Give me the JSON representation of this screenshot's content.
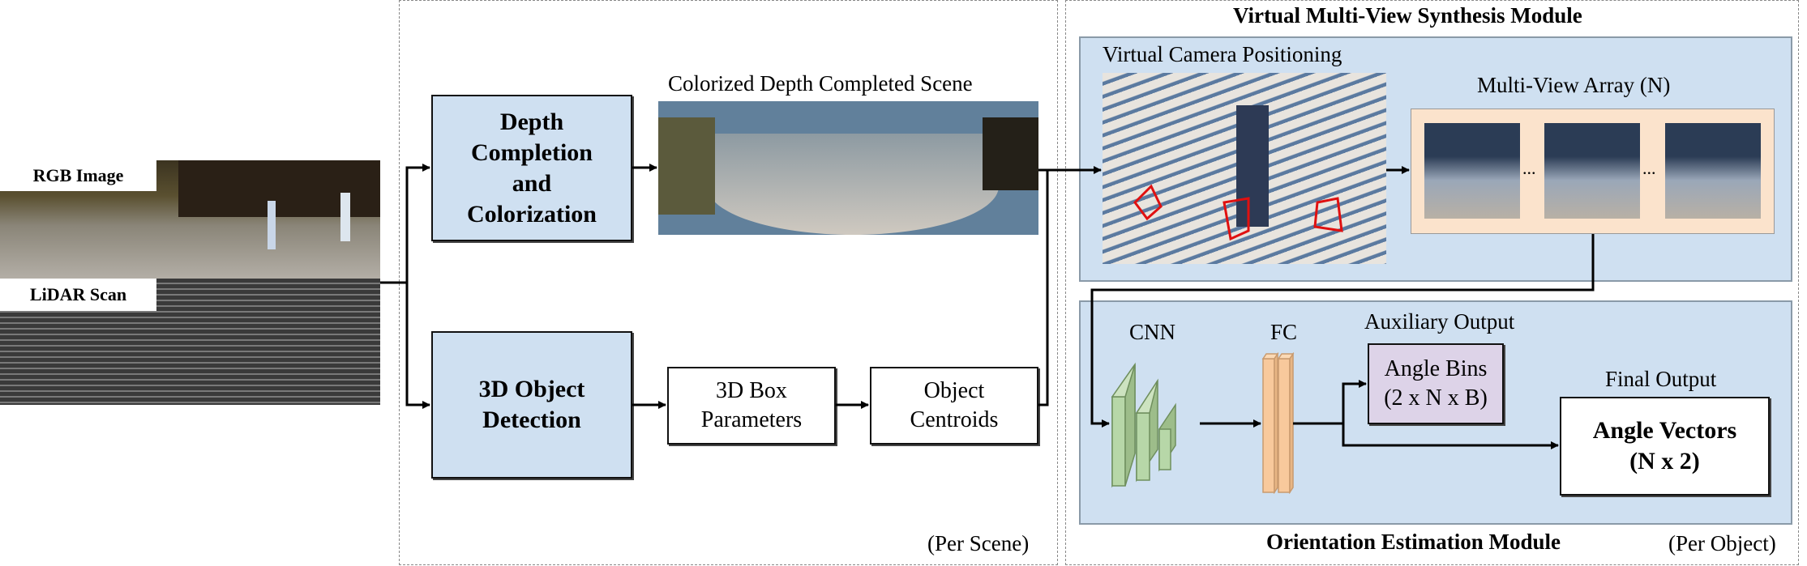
{
  "inputs": {
    "rgb_label": "RGB Image",
    "lidar_label": "LiDAR Scan"
  },
  "per_scene": {
    "depth_box": [
      "Depth",
      "Completion",
      "and",
      "Colorization"
    ],
    "colorized_label": "Colorized Depth Completed Scene",
    "detection_box": [
      "3D Object",
      "Detection"
    ],
    "box_params": [
      "3D Box",
      "Parameters"
    ],
    "centroids": [
      "Object",
      "Centroids"
    ],
    "scope_label": "(Per Scene)"
  },
  "synthesis_module": {
    "title": "Virtual Multi-View Synthesis Module",
    "camera_label": "Virtual Camera Positioning",
    "array_label": "Multi-View Array (N)",
    "ellipsis": "..."
  },
  "orientation_module": {
    "title": "Orientation Estimation Module",
    "scope_label": "(Per Object)",
    "cnn_label": "CNN",
    "fc_label": "FC",
    "aux_label": "Auxiliary Output",
    "aux_box": [
      "Angle Bins",
      "(2 x N x B)"
    ],
    "final_label": "Final Output",
    "final_box": [
      "Angle Vectors",
      "(N x 2)"
    ]
  },
  "colors": {
    "module_fill": "#cfe0f1",
    "array_fill": "#fbe3cc",
    "aux_fill": "#ddd3e8",
    "cnn_fill": "#b7d7a8",
    "fc_fill": "#f8c99c",
    "box_red": "#e01010"
  }
}
